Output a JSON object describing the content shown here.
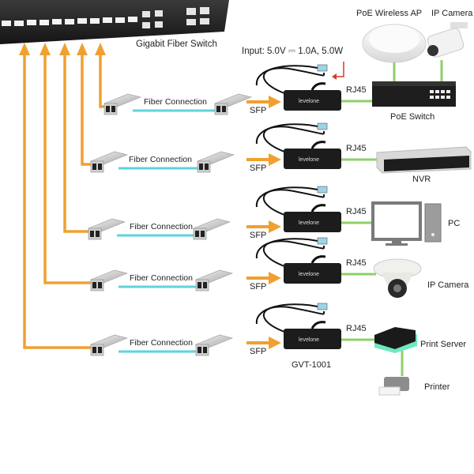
{
  "diagram": {
    "core_switch": {
      "label": "Gigabit Fiber Switch"
    },
    "power_note": {
      "label": "Input: 5.0V ⎓ 1.0A, 5.0W"
    },
    "converter_model": "GVT-1001",
    "converter_brand": "levelone",
    "links": [
      {
        "fiber_label": "Fiber Connection",
        "sfp_label": "SFP",
        "rj45_label": "RJ45",
        "device_label": "PoE Switch"
      },
      {
        "fiber_label": "Fiber Connection",
        "sfp_label": "SFP",
        "rj45_label": "RJ45",
        "device_label": "NVR"
      },
      {
        "fiber_label": "Fiber Connection",
        "sfp_label": "SFP",
        "rj45_label": "RJ45",
        "device_label": "PC"
      },
      {
        "fiber_label": "Fiber Connection",
        "sfp_label": "SFP",
        "rj45_label": "RJ45",
        "device_label": "IP Camera"
      },
      {
        "fiber_label": "Fiber Connection",
        "sfp_label": "SFP",
        "rj45_label": "RJ45",
        "device_label": "Print Server"
      }
    ],
    "poe_endpoints": [
      {
        "label": "PoE Wireless AP"
      },
      {
        "label": "IP Camera"
      }
    ],
    "printer": {
      "label": "Printer"
    },
    "colors": {
      "uplink": "#f0a030",
      "fiber": "#5fd3dc",
      "ethernet": "#8fcf6a",
      "device_dark": "#1c1c1c",
      "power_arrow": "#d63a2a"
    }
  }
}
